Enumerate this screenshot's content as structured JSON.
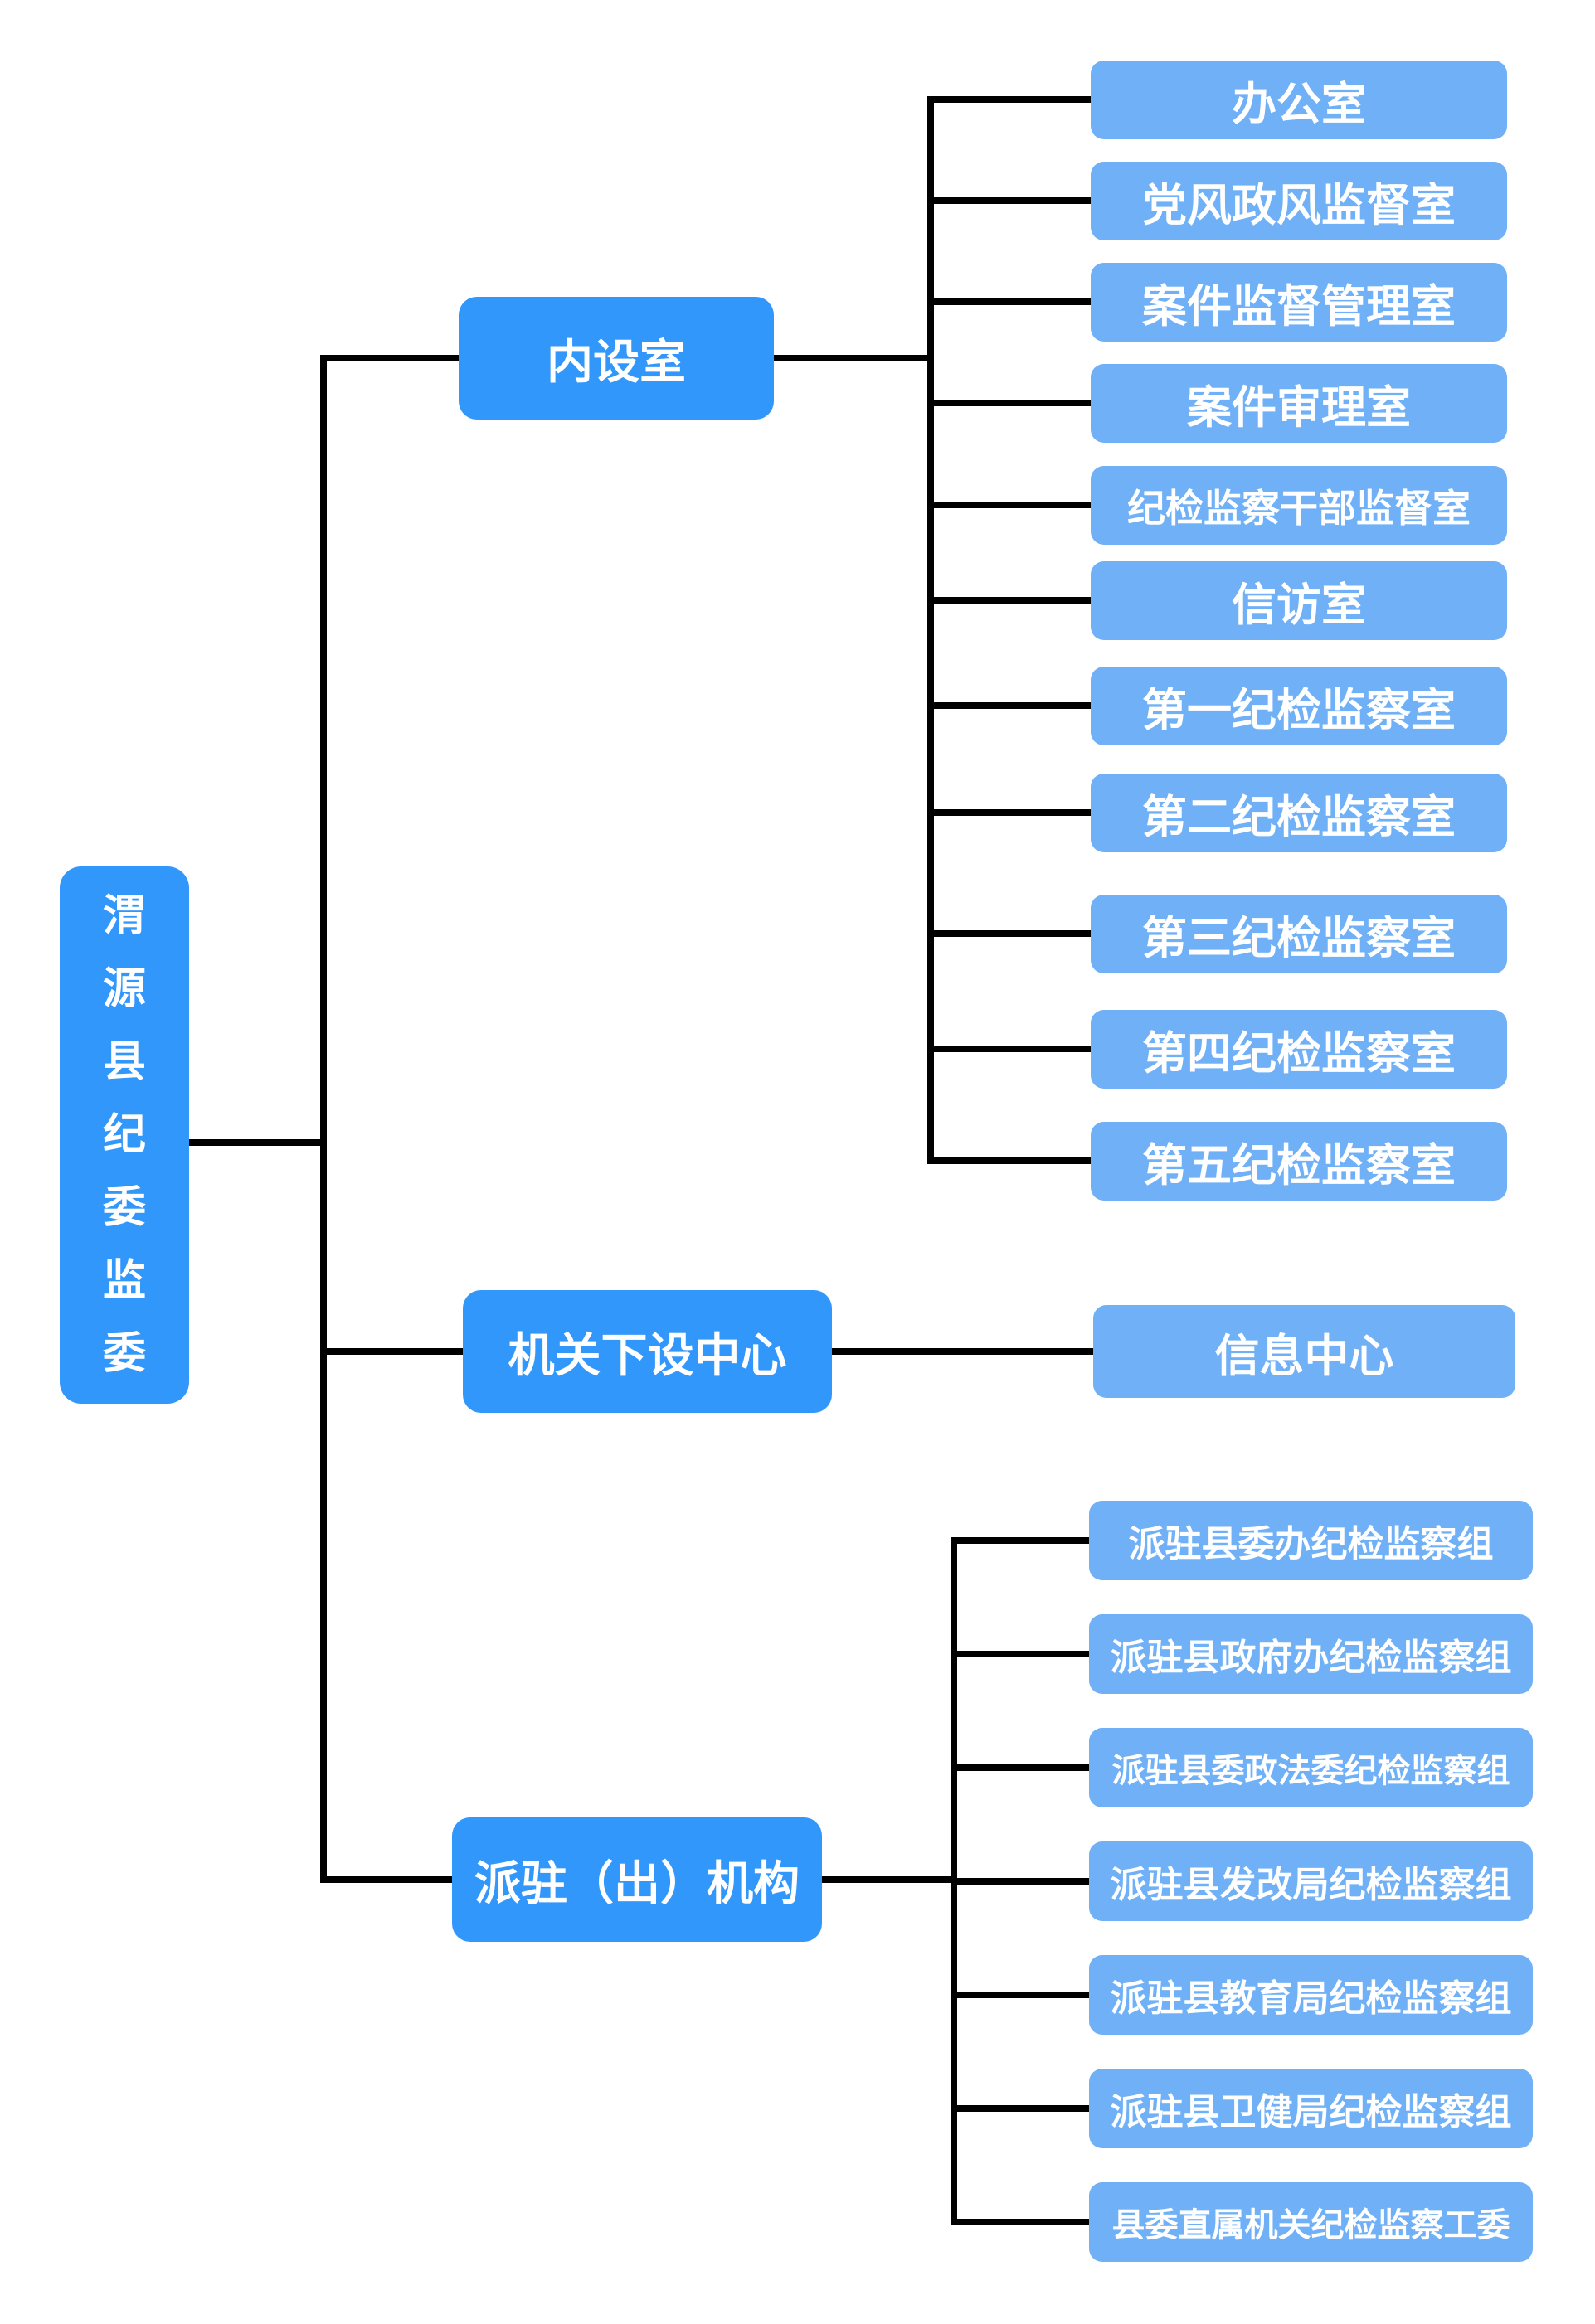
{
  "colors": {
    "branch_fill": "#3297fb",
    "leaf_fill": "#6fb0f6",
    "line": "#000000",
    "text": "#ffffff",
    "background": "#ffffff"
  },
  "tree": {
    "root": {
      "label": "渭源县纪委监委"
    },
    "branches": [
      {
        "label": "内设室",
        "children": [
          "办公室",
          "党风政风监督室",
          "案件监督管理室",
          "案件审理室",
          "纪检监察干部监督室",
          "信访室",
          "第一纪检监察室",
          "第二纪检监察室",
          "第三纪检监察室",
          "第四纪检监察室",
          "第五纪检监察室"
        ]
      },
      {
        "label": "机关下设中心",
        "children": [
          "信息中心"
        ]
      },
      {
        "label": "派驻（出）机构",
        "children": [
          "派驻县委办纪检监察组",
          "派驻县政府办纪检监察组",
          "派驻县委政法委纪检监察组",
          "派驻县发改局纪检监察组",
          "派驻县教育局纪检监察组",
          "派驻县卫健局纪检监察组",
          "县委直属机关纪检监察工委"
        ]
      }
    ]
  }
}
